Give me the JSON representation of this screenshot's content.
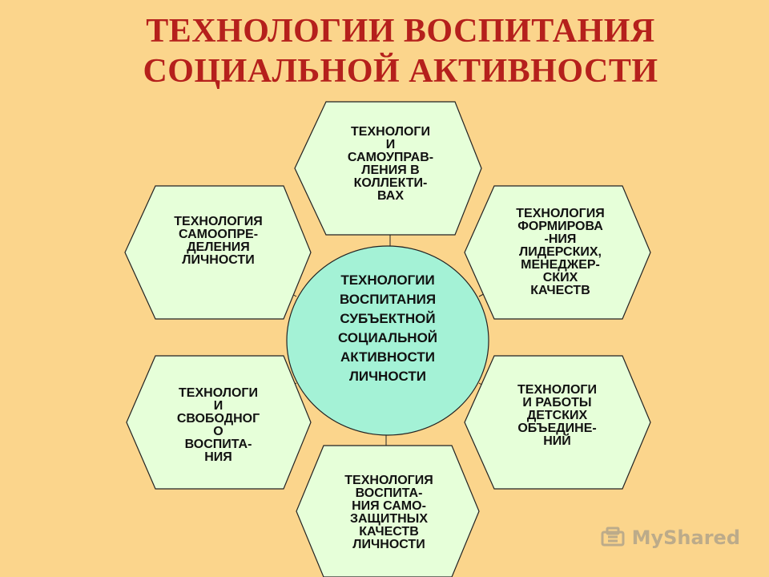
{
  "title": {
    "line1": "ТЕХНОЛОГИИ ВОСПИТАНИЯ",
    "line2": "СОЦИАЛЬНОЙ АКТИВНОСТИ"
  },
  "center": {
    "lines": [
      "ТЕХНОЛОГИИ",
      "ВОСПИТАНИЯ",
      "СУБЪЕКТНОЙ",
      "СОЦИАЛЬНОЙ",
      "АКТИВНОСТИ",
      "ЛИЧНОСТИ"
    ]
  },
  "hexagons": [
    {
      "id": "self-government",
      "lines": [
        "ТЕХНОЛОГИ",
        "И",
        "САМОУПРАВ-",
        "ЛЕНИЯ В",
        "КОЛЛЕКТИ-",
        "ВАХ"
      ]
    },
    {
      "id": "leadership",
      "lines": [
        "ТЕХНОЛОГИЯ",
        "ФОРМИРОВА",
        "-НИЯ",
        "ЛИДЕРСКИХ,",
        "МЕНЕДЖЕР-",
        "СКИХ",
        "КАЧЕСТВ"
      ]
    },
    {
      "id": "children-associations",
      "lines": [
        "ТЕХНОЛОГИ",
        "И РАБОТЫ",
        "ДЕТСКИХ",
        "ОБЪЕДИНЕ-",
        "НИЙ"
      ]
    },
    {
      "id": "self-defense",
      "lines": [
        "ТЕХНОЛОГИЯ",
        "ВОСПИТА-",
        "НИЯ САМО-",
        "ЗАЩИТНЫХ",
        "КАЧЕСТВ",
        "ЛИЧНОСТИ"
      ]
    },
    {
      "id": "free-upbringing",
      "lines": [
        "ТЕХНОЛОГИ",
        "И",
        "СВОБОДНОГ",
        "О",
        "ВОСПИТА-",
        "НИЯ"
      ]
    },
    {
      "id": "self-determination",
      "lines": [
        "ТЕХНОЛОГИЯ",
        "САМООПРЕ-",
        "ДЕЛЕНИЯ",
        "ЛИЧНОСТИ"
      ]
    }
  ],
  "watermark": {
    "text": "MyShared"
  },
  "colors": {
    "background": "#fbd58c",
    "title": "#b5201c",
    "hexagon_fill": "#e6ffd9",
    "center_fill": "#a4f2d6",
    "stroke": "#222222"
  }
}
